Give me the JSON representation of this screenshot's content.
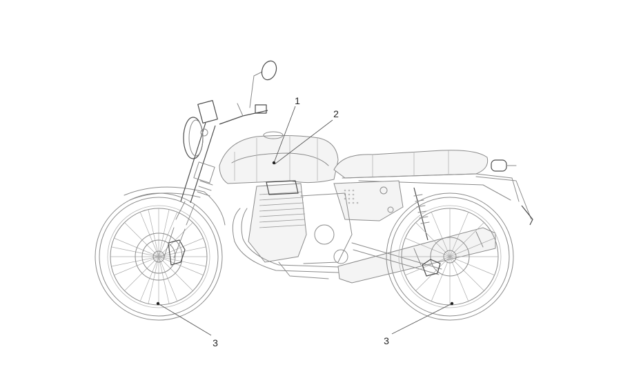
{
  "diagram": {
    "callouts": [
      {
        "id": "1",
        "label": "1"
      },
      {
        "id": "2",
        "label": "2"
      },
      {
        "id": "3a",
        "label": "3"
      },
      {
        "id": "3b",
        "label": "3"
      }
    ]
  }
}
